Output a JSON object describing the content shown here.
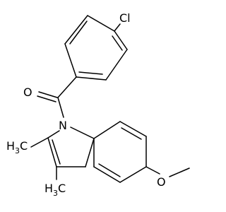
{
  "molecule": {
    "atom_labels": {
      "chlorine": "Cl",
      "carbonyl_oxygen": "O",
      "ring_nitrogen": "N",
      "methoxy_oxygen": "O",
      "methyl_2_main": "H",
      "methyl_2_sub": "3",
      "methyl_2_tail": "C",
      "methyl_3_main": "H",
      "methyl_3_sub": "3",
      "methyl_3_tail": "C"
    }
  }
}
